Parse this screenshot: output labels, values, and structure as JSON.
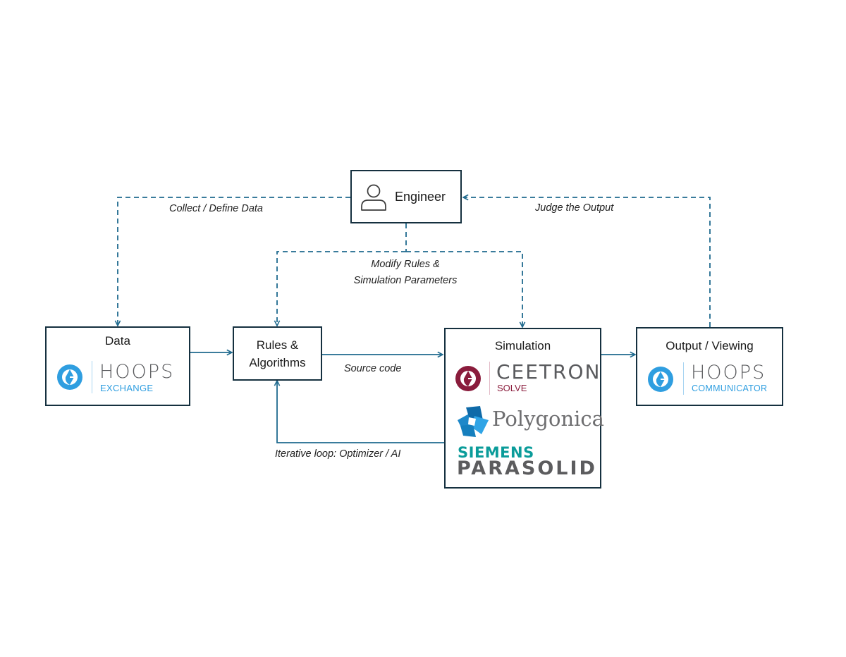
{
  "colors": {
    "connector": "#1f6a8e",
    "box_border": "#15303f",
    "hoops_blue": "#2f9ee0",
    "ceetron_red": "#8a1c3c",
    "siemens_teal": "#0b9c9a",
    "logo_gray": "#5a5b5e"
  },
  "nodes": {
    "engineer": {
      "title": "Engineer",
      "icon": "user-icon"
    },
    "data": {
      "title": "Data",
      "logo": {
        "brand": "HOOPS",
        "product": "EXCHANGE",
        "icon": "hoops-logo-icon"
      }
    },
    "rules": {
      "title_line1": "Rules &",
      "title_line2": "Algorithms"
    },
    "simulation": {
      "title": "Simulation",
      "logos": [
        {
          "brand": "CEETRON",
          "product": "SOLVE",
          "icon": "ceetron-logo-icon"
        },
        {
          "brand": "Polygonica",
          "icon": "polygonica-logo-icon"
        },
        {
          "brand": "SIEMENS",
          "product": "PARASOLID"
        }
      ]
    },
    "output": {
      "title": "Output / Viewing",
      "logo": {
        "brand": "HOOPS",
        "product": "COMMUNICATOR",
        "icon": "hoops-logo-icon"
      }
    }
  },
  "edges": {
    "collect": "Collect  / Define Data",
    "judge": "Judge the Output",
    "modify_line1": "Modify Rules &",
    "modify_line2": "Simulation Parameters",
    "source_code": "Source code",
    "iterative": "Iterative loop: Optimizer / AI"
  }
}
